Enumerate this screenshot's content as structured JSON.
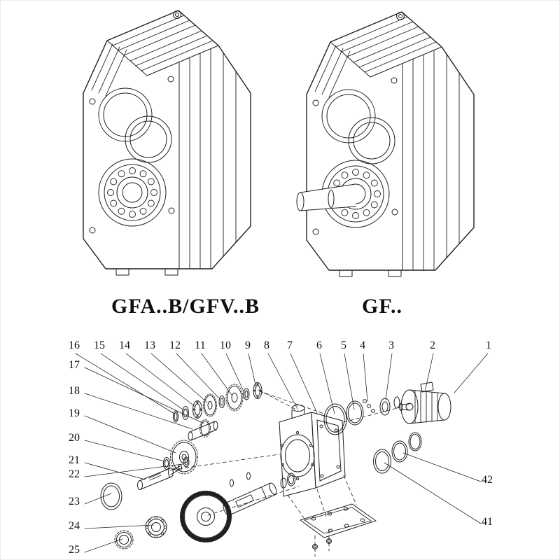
{
  "products": [
    {
      "id": "gfa-b-gfv-b",
      "label": "GFA..B/GFV..B"
    },
    {
      "id": "gf",
      "label": "GF.."
    }
  ],
  "exploded_view": {
    "top_numbers": [
      "16",
      "15",
      "14",
      "13",
      "12",
      "11",
      "10",
      "9",
      "8",
      "7",
      "6",
      "5",
      "4",
      "3",
      "2",
      "1"
    ],
    "left_numbers": [
      "17",
      "18",
      "19",
      "20",
      "21",
      "22",
      "23",
      "24",
      "25"
    ],
    "right_numbers": [
      "42",
      "41"
    ]
  },
  "colors": {
    "line": "#1f1f1f",
    "background": "#ffffff"
  }
}
